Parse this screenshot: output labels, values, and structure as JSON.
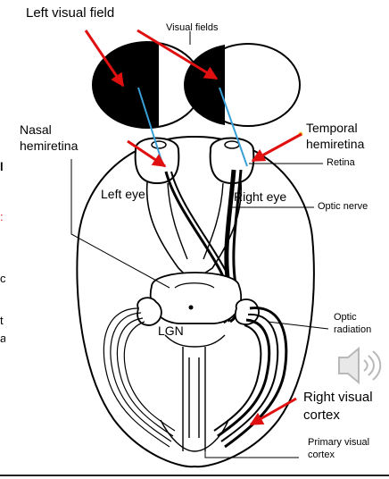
{
  "annotations": {
    "left_visual_field": "Left visual field",
    "visual_fields": "Visual fields",
    "nasal_hemiretina_line1": "Nasal",
    "nasal_hemiretina_line2": "hemiretina",
    "temporal_hemiretina_line1": "Temporal",
    "temporal_hemiretina_line2": "hemiretina",
    "retina": "Retina",
    "left_eye": "Left eye",
    "right_eye": "Right eye",
    "optic_nerve": "Optic nerve",
    "lgn": "LGN",
    "optic_radiation_line1": "Optic",
    "optic_radiation_line2": "radiation",
    "right_visual_cortex_line1": "Right visual",
    "right_visual_cortex_line2": "cortex",
    "primary_visual_cortex_line1": "Primary visual",
    "primary_visual_cortex_line2": "cortex"
  },
  "colors": {
    "arrow": "#e01010",
    "ray": "#3aa0d8",
    "ink": "#000000",
    "retina_dot": "#f0d040"
  },
  "icons": {
    "speaker": "speaker-icon"
  }
}
